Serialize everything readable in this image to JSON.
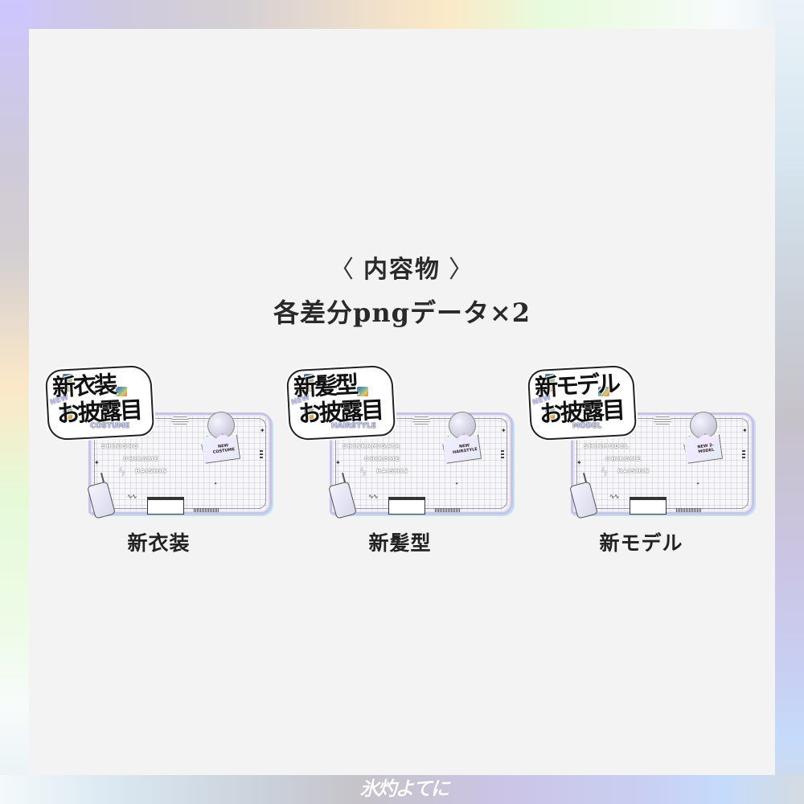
{
  "header": {
    "bracket_left": "〈",
    "title": "内容物",
    "bracket_right": "〉",
    "subtitle": "各差分pngデータ×2"
  },
  "cards": [
    {
      "label": "新衣装",
      "sticker": {
        "line1": "新衣装",
        "line2": "お披露目",
        "new": "NEW",
        "sub": "COSTUME"
      },
      "frame": {
        "text1": "SHINISHO",
        "text2": "OHIROME",
        "text3": "HAISHIN",
        "badge": "NEW COSTUME"
      }
    },
    {
      "label": "新髪型",
      "sticker": {
        "line1": "新髪型",
        "line2": "お披露目",
        "new": "NEW",
        "sub": "HAIRSTYLE"
      },
      "frame": {
        "text1": "SHINKAMIGATA",
        "text2": "OHIROME",
        "text3": "HAISHIN",
        "badge": "NEW HAIRSTYLE"
      }
    },
    {
      "label": "新モデル",
      "sticker": {
        "line1": "新モデル",
        "line2": "お披露目",
        "new": "NEW",
        "sub": "MODEL"
      },
      "frame": {
        "text1": "SHINMODEL",
        "text2": "OHIROME",
        "text3": "HAISHIN",
        "badge": "NEW 2-MODEL"
      }
    }
  ],
  "icons": {
    "sparkle": "✦",
    "bolt": "ϟ",
    "wave": "∿∿",
    "tag_arrows": "◂ ▸"
  },
  "watermark": "氷灼よてに",
  "colors": {
    "panel": "#f3f3f3",
    "text": "#222222",
    "frame_border": "#c9c3e6",
    "border_lavender": "#cdc6ff",
    "border_peach": "#fbe8c8",
    "border_mint": "#e6fad8",
    "border_sky": "#c5dbfb"
  }
}
